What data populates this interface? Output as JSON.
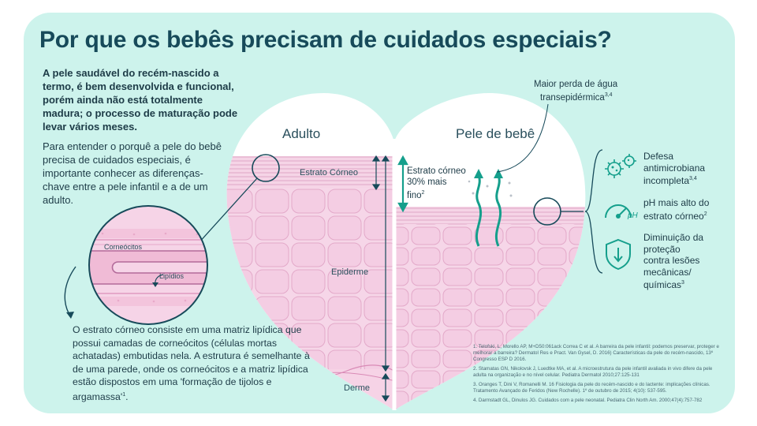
{
  "title": "Por que os bebês precisam de cuidados especiais?",
  "intro_bold": "A pele saudável do recém-nascido a termo, é bem desenvolvida e funcional, porém ainda não está totalmente madura; o processo de maturação pode levar vários meses.",
  "intro": "Para entender o porquê a pele do bebê precisa de cuidados especiais, é importante conhecer as diferenças-chave entre a pele infantil e a de um adulto.",
  "explanation": {
    "text": "O estrato córneo consiste em uma matriz lipídica que possui camadas de corneócitos (células mortas achatadas) embutidas nela. A estrutura é semelhante à de uma parede, onde os corneócitos e a matriz lipídica estão dispostos em uma 'formação de tijolos e argamassa'",
    "sup": "1",
    "end": "."
  },
  "zoom": {
    "corneocitos": "Corneócitos",
    "lipidios": "Lipídios"
  },
  "adult": {
    "heading": "Adulto",
    "estrato": "Estrato Córneo",
    "epiderme": "Epiderme",
    "derme": "Derme"
  },
  "baby": {
    "heading": "Pele de bebê",
    "thinner_line1": "Estrato córneo",
    "thinner_line2": "30% mais",
    "thinner_line3": "fino",
    "thinner_sup": "2",
    "water_loss_line1": "Maior perda de água",
    "water_loss_line2": "transepidérmica",
    "water_loss_sup": "3,4"
  },
  "side_points": [
    {
      "icon": "microbe-icon",
      "line1": "Defesa",
      "line2": "antimicrobiana",
      "line3": "incompleta",
      "sup": "3,4"
    },
    {
      "icon": "ph-gauge-icon",
      "line1": "pH mais alto do",
      "line2": "estrato córneo",
      "sup": "2",
      "icon_text": "pH"
    },
    {
      "icon": "shield-arrow-icon",
      "line1": "Diminuição da",
      "line2": "proteção",
      "line3": "contra lesões",
      "line4": "mecânicas/",
      "line5": "químicas",
      "sup": "3"
    }
  ],
  "references": [
    "1. Telofski, L, Morello AP, M+D50:061ack Correa C et al. A barreira da pele infantil: podemos preservar, proteger e melhorar a barreira? Dermatol Res e Pract. Van Gysel, D. 2016) Características da pele do recém-nascido, 13º Congresso ESP D 2016.",
    "2. Stamatas GN, Nikolovsk J, Luedtke MA, et al. A microestrutura da pele infantil avaliada in vivo difere da pele adulta na organização e no nível celular. Pediatra Dermatol 2010;27:125-131",
    "3. Oranges T, Dini V, Romanelli M. 16 Fisiologia da pele do recém-nascido e do lactente: implicações clínicas. Tratamento Avançado de Feridos (New Rochelle). 1º de outubro de 2015; 4(10): 537-595.",
    "4. Darmstadt GL, Dinulos JG. Cuidados com a pele neonatal. Pediatra Clin North Am. 2000;47(4):757-782"
  ],
  "colors": {
    "background": "#cdf3ec",
    "teal": "#159f8c",
    "navy": "#174a5a",
    "skin": "#f3cfe2"
  }
}
